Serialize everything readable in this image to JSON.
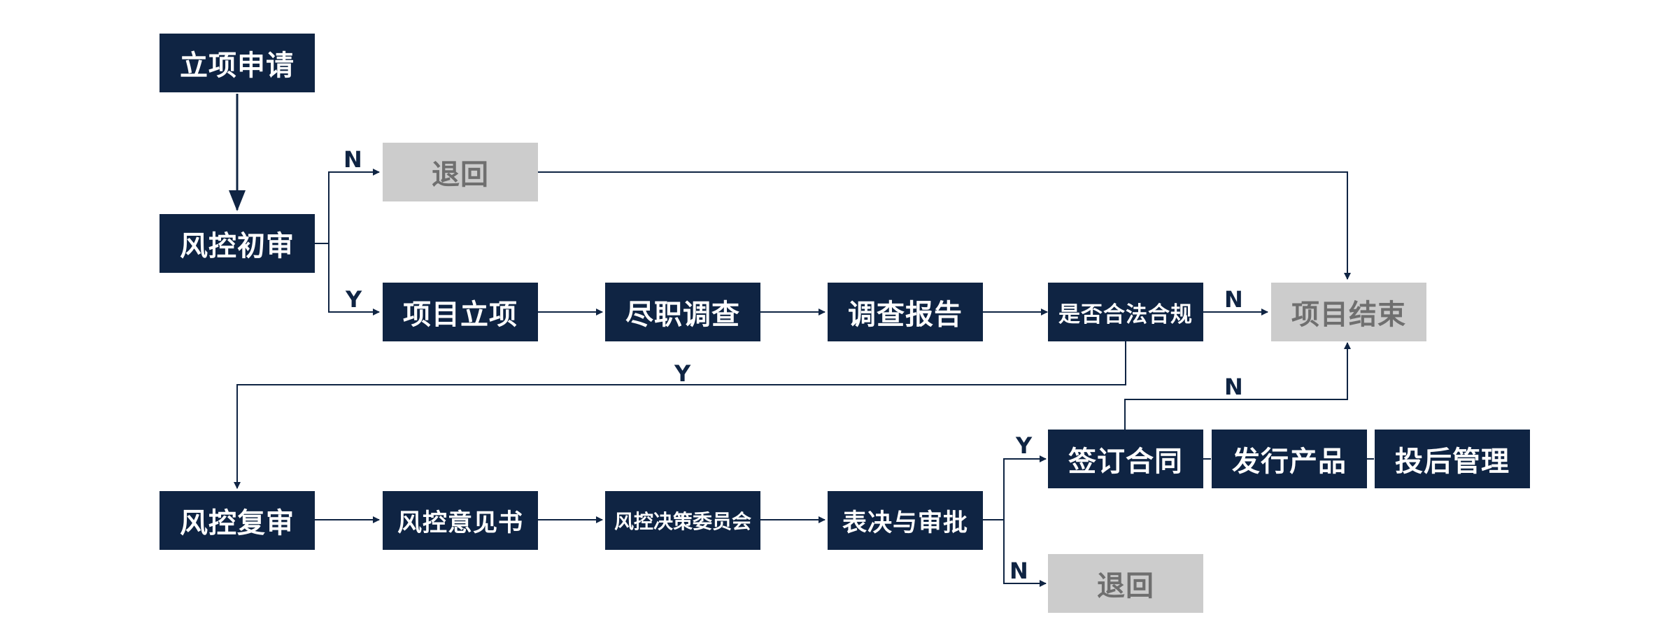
{
  "nodes": {
    "project_application": "立项申请",
    "risk_initial_review": "风控初审",
    "return_top": "退回",
    "project_establishment": "项目立项",
    "due_diligence": "尽职调查",
    "investigation_report": "调查报告",
    "compliance_check": "是否合法合规",
    "project_end": "项目结束",
    "risk_re_review": "风控复审",
    "risk_opinion_letter": "风控意见书",
    "risk_decision_committee": "风控决策委员会",
    "vote_and_approval": "表决与审批",
    "sign_contract": "签订合同",
    "issue_product": "发行产品",
    "post_investment_management": "投后管理",
    "return_bottom": "退回"
  },
  "branch_labels": {
    "initial_no": "N",
    "initial_yes": "Y",
    "compliance_no": "N",
    "compliance_yes": "Y",
    "contract_no": "N",
    "vote_yes": "Y",
    "vote_no": "N"
  },
  "colors": {
    "node_fill": "#0f2443",
    "node_text": "#ffffff",
    "terminal_fill": "#cccccc",
    "terminal_text": "#6f6f6f",
    "connector": "#0f2443"
  }
}
